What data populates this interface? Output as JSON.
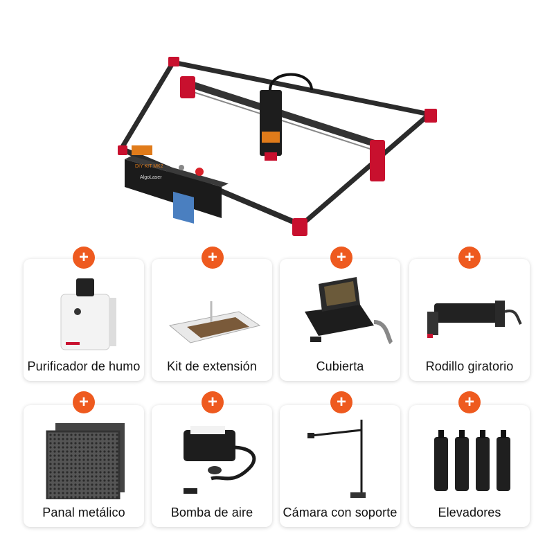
{
  "plus_symbol": "+",
  "accent_color": "#ee5a1f",
  "hero": {
    "description": "Laser engraver frame",
    "plate_text": "DIY KIT MK2",
    "brand_text": "AlgoLaser"
  },
  "accessories": [
    {
      "label": "Purificador de humo",
      "icon": "fume-purifier-icon"
    },
    {
      "label": "Kit de extensión",
      "icon": "extension-kit-icon"
    },
    {
      "label": "Cubierta",
      "icon": "enclosure-icon"
    },
    {
      "label": "Rodillo giratorio",
      "icon": "rotary-roller-icon"
    },
    {
      "label": "Panal metálico",
      "icon": "honeycomb-panel-icon"
    },
    {
      "label": "Bomba de aire",
      "icon": "air-pump-icon"
    },
    {
      "label": "Cámara con soporte",
      "icon": "camera-stand-icon"
    },
    {
      "label": "Elevadores",
      "icon": "risers-icon"
    }
  ]
}
